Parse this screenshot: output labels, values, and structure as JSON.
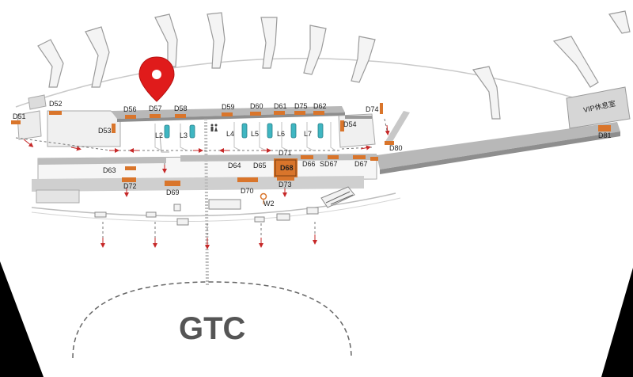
{
  "map": {
    "gtc_label": "GTC",
    "vip_label": "VIP休息室",
    "gates": {
      "D51": "D51",
      "D52": "D52",
      "D53": "D53",
      "D54": "D54",
      "D56": "D56",
      "D57": "D57",
      "D58": "D58",
      "D59": "D59",
      "D60": "D60",
      "D61": "D61",
      "D62": "D62",
      "D63": "D63",
      "D64": "D64",
      "D65": "D65",
      "D66": "D66",
      "D67": "D67",
      "D68": "D68",
      "D69": "D69",
      "D70": "D70",
      "D71": "D71",
      "D72": "D72",
      "D73": "D73",
      "D74": "D74",
      "D75": "D75",
      "D80": "D80",
      "D81": "D81",
      "SD67": "SD67"
    },
    "lounges": {
      "L2": "L2",
      "L3": "L3",
      "L4": "L4",
      "L5": "L5",
      "L6": "L6",
      "L7": "L7"
    },
    "w2": "W2",
    "colors": {
      "background": "#ffffff",
      "building": "#b8b8b8",
      "building_dark": "#8e8e8e",
      "gate_accent": "#d9752b",
      "arrow": "#c62828",
      "pin": "#e01b1b",
      "lounge_teal": "#3fb6c2",
      "gtc_text": "#555555"
    },
    "icons": {
      "location_pin": "map-pin-icon",
      "restroom": "restroom-icon",
      "w2_marker": "ring-marker-icon"
    }
  }
}
